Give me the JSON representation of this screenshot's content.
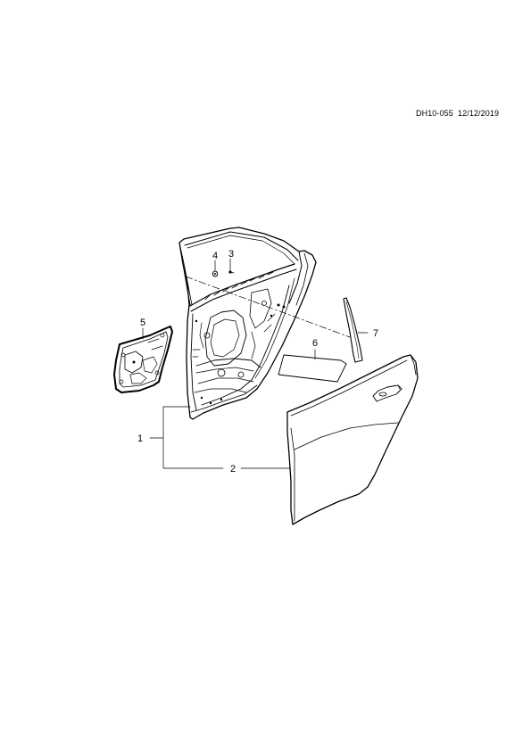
{
  "header": {
    "reference": "DH10-055  12/12/2019"
  },
  "callouts": [
    {
      "id": "1",
      "label": "1"
    },
    {
      "id": "2",
      "label": "2"
    },
    {
      "id": "3",
      "label": "3"
    },
    {
      "id": "4",
      "label": "4"
    },
    {
      "id": "5",
      "label": "5"
    },
    {
      "id": "6",
      "label": "6"
    },
    {
      "id": "7",
      "label": "7"
    }
  ]
}
